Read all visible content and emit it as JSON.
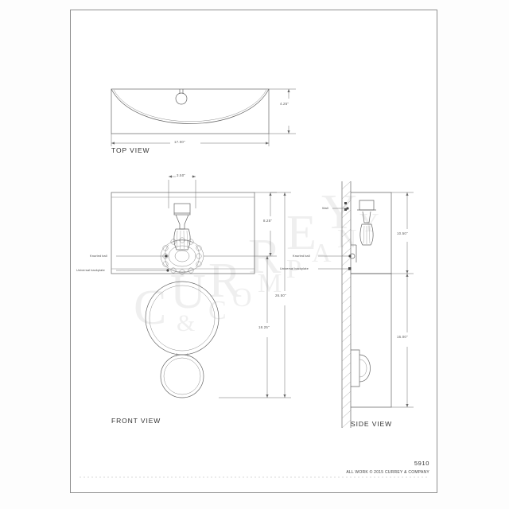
{
  "sheet": {
    "sku": "5910",
    "copyright": "ALL WORK © 2015 CURREY & COMPANY",
    "watermark": "CURREY & COMPANY"
  },
  "views": {
    "top": {
      "label": "TOP VIEW"
    },
    "front": {
      "label": "FRONT VIEW"
    },
    "side": {
      "label": "SIDE VIEW"
    }
  },
  "dimensions": {
    "top_width": "17.00\"",
    "top_depth": "4.25\"",
    "front_socket_width": "3.50\"",
    "front_upper_height": "8.25\"",
    "front_total_height": "26.50\"",
    "front_lower_height": "18.25\"",
    "side_upper_height": "10.50\"",
    "side_lower_height": "16.00\""
  },
  "callouts": {
    "front_knurled_ball": "Knurled ball",
    "front_universal_backplate": "Universal backplate",
    "side_knurled_ball": "Knurled ball",
    "side_universal_backplate": "Universal backplate",
    "side_wall": "Wall"
  },
  "colors": {
    "line": "#4a4a4a",
    "thin_line": "#777777",
    "dim_line": "#6a6a6a",
    "watermark": "#efefef",
    "border": "#8f8f8f"
  }
}
